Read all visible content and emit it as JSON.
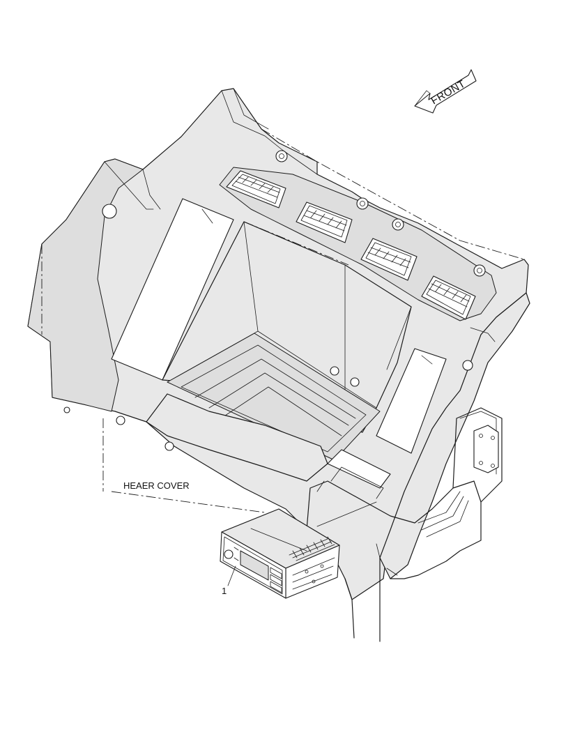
{
  "diagram": {
    "direction_arrow_label": "FRONT",
    "callouts": [
      {
        "id": "heater-cover",
        "text": "HEAER COVER"
      },
      {
        "id": "item-1",
        "text": "1"
      }
    ]
  },
  "colors": {
    "line": "#1a1a1a",
    "panel_fill": "#e8e8e8",
    "background": "#ffffff"
  }
}
